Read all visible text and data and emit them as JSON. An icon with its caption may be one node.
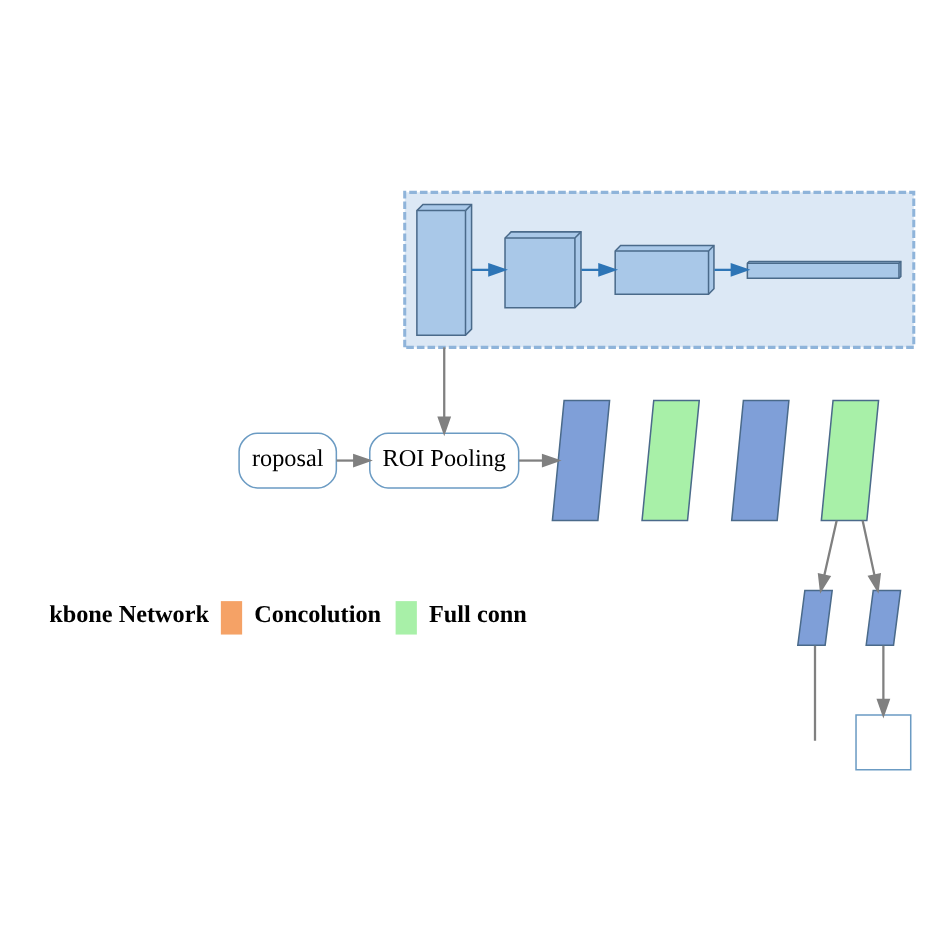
{
  "diagram": {
    "nodes": [
      {
        "text": [],
        "shape": "box"
      },
      {
        "text": [],
        "shape": "cuboid",
        "in": 0
      },
      {
        "text": [],
        "shape": "cuboid",
        "in": 0
      },
      {
        "text": [],
        "shape": "cuboid",
        "in": 0
      },
      {
        "text": [],
        "shape": "cuboid",
        "in": 0
      },
      {
        "text": [
          "roposal"
        ]
      },
      {
        "text": [
          "ROI Pooling"
        ]
      },
      {
        "text": [],
        "shape": "parallelogram"
      },
      {
        "text": [],
        "shape": "parallelogram"
      },
      {
        "text": [],
        "shape": "parallelogram"
      },
      {
        "text": [],
        "shape": "parallelogram"
      },
      {
        "text": [],
        "shape": "parallelogram"
      },
      {
        "text": [],
        "shape": "parallelogram"
      },
      {
        "text": [],
        "shape": "box"
      }
    ],
    "edges": [
      {
        "from": 1,
        "to": 2,
        "arrow": "to",
        "color": "#2e75b6"
      },
      {
        "from": 2,
        "to": 3,
        "arrow": "to",
        "color": "#2e75b6"
      },
      {
        "from": 3,
        "to": 4,
        "arrow": "to",
        "color": "#2e75b6"
      },
      {
        "from": 0,
        "to": 6,
        "arrow": "to"
      },
      {
        "from": 5,
        "to": 6,
        "arrow": "to"
      },
      {
        "from": 6,
        "to": 7,
        "arrow": "to"
      },
      {
        "from": 10,
        "to": 11,
        "arrow": "to"
      },
      {
        "from": 10,
        "to": 12,
        "arrow": "to"
      },
      {
        "from": 11,
        "to": null,
        "arrow": "none"
      },
      {
        "from": 12,
        "to": 13,
        "arrow": "to"
      }
    ],
    "legend": [
      {
        "text": "kbone Network"
      },
      {
        "text": "Concolution",
        "color": "#f5a266"
      },
      {
        "text": "Full conn",
        "color": "#a8f0a8"
      }
    ]
  }
}
